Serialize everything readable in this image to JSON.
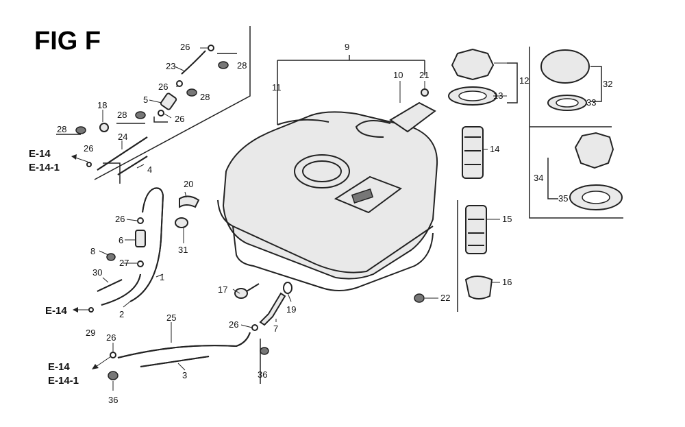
{
  "figure": {
    "title": "FIG F"
  },
  "callouts": {
    "n1": "1",
    "n2": "2",
    "n3": "3",
    "n4": "4",
    "n5": "5",
    "n6": "6",
    "n7": "7",
    "n8": "8",
    "n9": "9",
    "n10": "10",
    "n11": "11",
    "n12": "12",
    "n13": "13",
    "n14": "14",
    "n15": "15",
    "n16": "16",
    "n17": "17",
    "n18": "18",
    "n19": "19",
    "n20": "20",
    "n21": "21",
    "n22": "22",
    "n23": "23",
    "n24": "24",
    "n25": "25",
    "n26": "26",
    "n27": "27",
    "n28": "28",
    "n29": "29",
    "n30": "30",
    "n31": "31",
    "n32": "32",
    "n33": "33",
    "n34": "34",
    "n35": "35",
    "n36": "36"
  },
  "references": {
    "e14": "E-14",
    "e141": "E-14-1"
  }
}
